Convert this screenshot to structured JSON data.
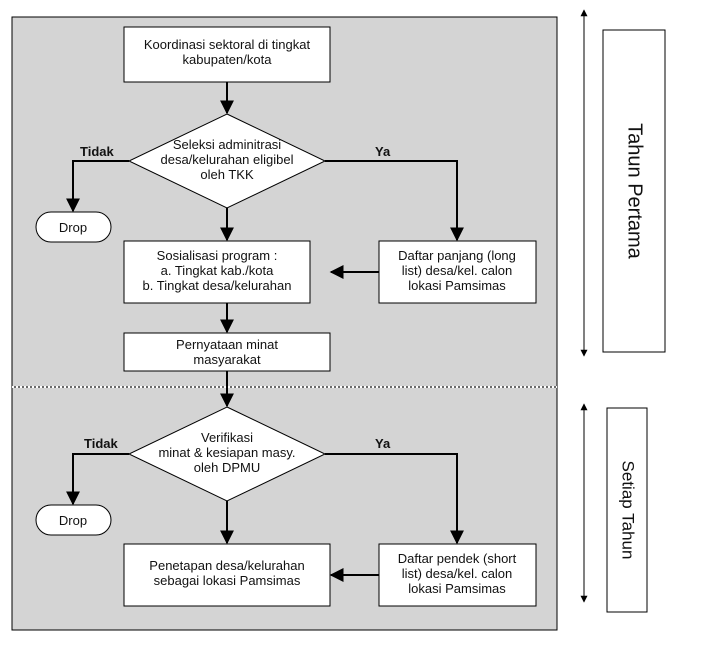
{
  "panels": {
    "top_label": "Tahun Pertama",
    "bottom_label": "Setiap Tahun"
  },
  "nodes": {
    "koordinasi": [
      "Koordinasi sektoral di tingkat",
      "kabupaten/kota"
    ],
    "seleksi": [
      "Seleksi adminitrasi",
      "desa/kelurahan eligibel",
      "oleh TKK"
    ],
    "drop1": "Drop",
    "daftar_panjang": [
      "Daftar panjang (long",
      "list) desa/kel. calon",
      "lokasi Pamsimas"
    ],
    "sosialisasi": [
      "Sosialisasi program :",
      "a. Tingkat kab./kota",
      "b. Tingkat desa/kelurahan"
    ],
    "pernyataan": [
      "Pernyataan minat",
      "masyarakat"
    ],
    "verifikasi": [
      "Verifikasi",
      "minat & kesiapan masy.",
      "oleh DPMU"
    ],
    "drop2": "Drop",
    "daftar_pendek": [
      "Daftar pendek (short",
      "list) desa/kel. calon",
      "lokasi Pamsimas"
    ],
    "penetapan": [
      "Penetapan desa/kelurahan",
      "sebagai lokasi Pamsimas"
    ]
  },
  "edge_labels": {
    "tidak1": "Tidak",
    "ya1": "Ya",
    "tidak2": "Tidak",
    "ya2": "Ya"
  },
  "colors": {
    "panel_fill": "#d4d4d4",
    "box_fill": "#ffffff",
    "stroke": "#000000"
  }
}
